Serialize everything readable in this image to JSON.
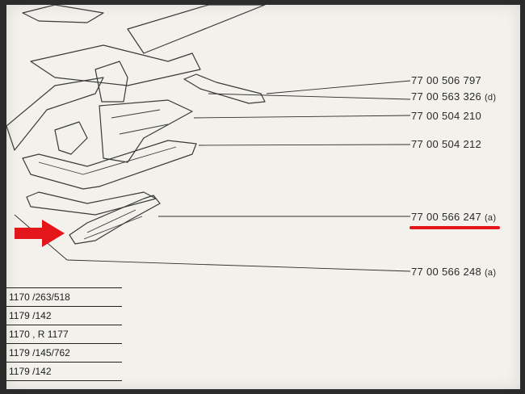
{
  "part_numbers": [
    {
      "number": "77 00 506 797",
      "suffix": ""
    },
    {
      "number": "77 00 563 326",
      "suffix": "(d)"
    },
    {
      "number": "77 00 504 210",
      "suffix": ""
    },
    {
      "number": "77 00 504 212",
      "suffix": ""
    },
    {
      "number": "77 00 566 247",
      "suffix": "(a)"
    },
    {
      "number": "77 00 566 248",
      "suffix": "(a)"
    }
  ],
  "reference_rows": [
    "1170 /263/518",
    "1179 /142",
    "1170 , R 1177",
    "1179 /145/762",
    "1179 /142"
  ],
  "colors": {
    "highlight": "#e3161b",
    "ink": "#2a2a2a",
    "paper": "#f3f1ec"
  }
}
